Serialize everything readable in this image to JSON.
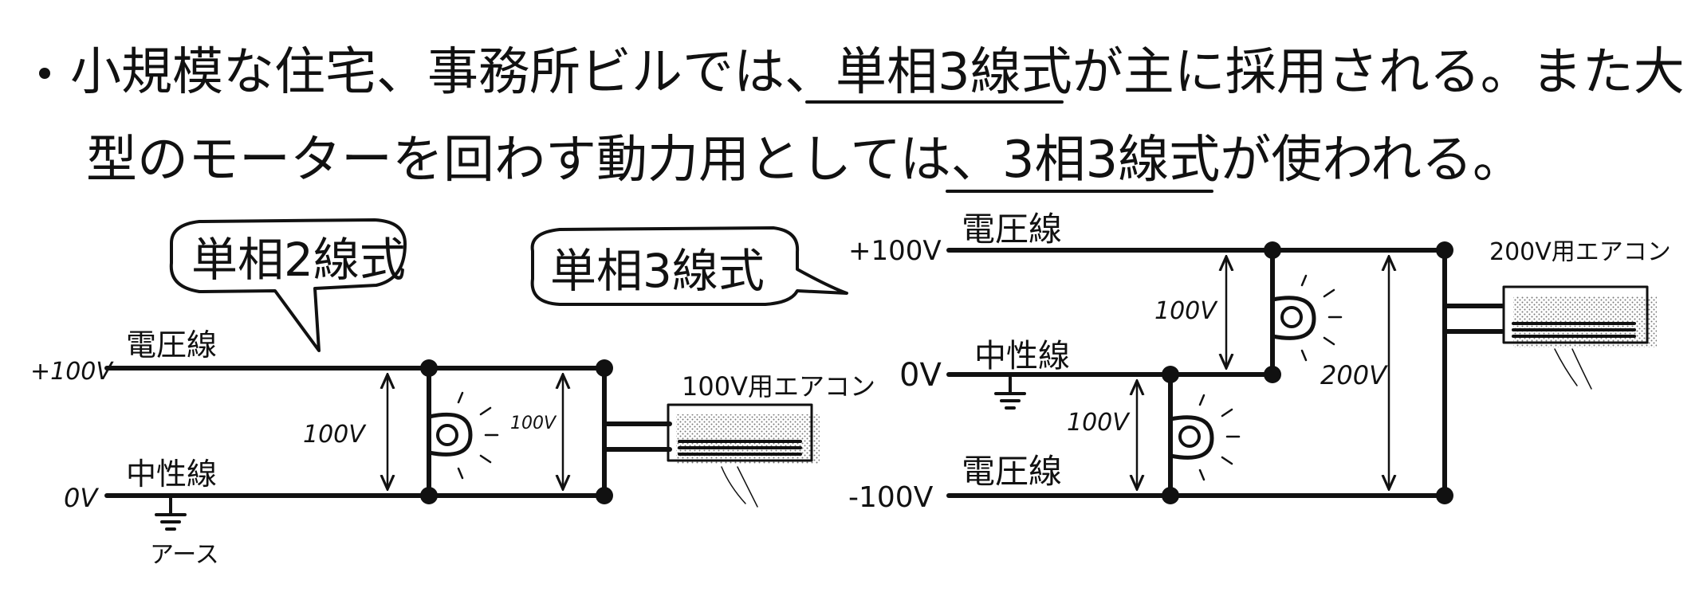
{
  "text": {
    "line1_pre": "小規模な住宅、事務所ビルでは、",
    "line1_key": "単相3線式",
    "line1_post": "が主に採用される。また大",
    "line2_pre": "型のモーターを回わす動力用としては、",
    "line2_key": "3相3線式",
    "line2_post": "が使われる。"
  },
  "left_diagram": {
    "bubble_label": "単相2線式",
    "top_voltage": "+100V",
    "top_wire": "電圧線",
    "bottom_voltage": "0V",
    "bottom_wire": "中性線",
    "ground": "アース",
    "span_label_1": "100V",
    "span_label_2": "100V",
    "device": "100V用エアコン"
  },
  "right_diagram": {
    "bubble_label": "単相3線式",
    "top_voltage": "+100V",
    "top_wire": "電圧線",
    "mid_voltage": "0V",
    "mid_wire": "中性線",
    "bottom_voltage": "-100V",
    "bottom_wire": "電圧線",
    "span_upper": "100V",
    "span_lower": "100V",
    "span_total": "200V",
    "device": "200V用エアコン"
  }
}
